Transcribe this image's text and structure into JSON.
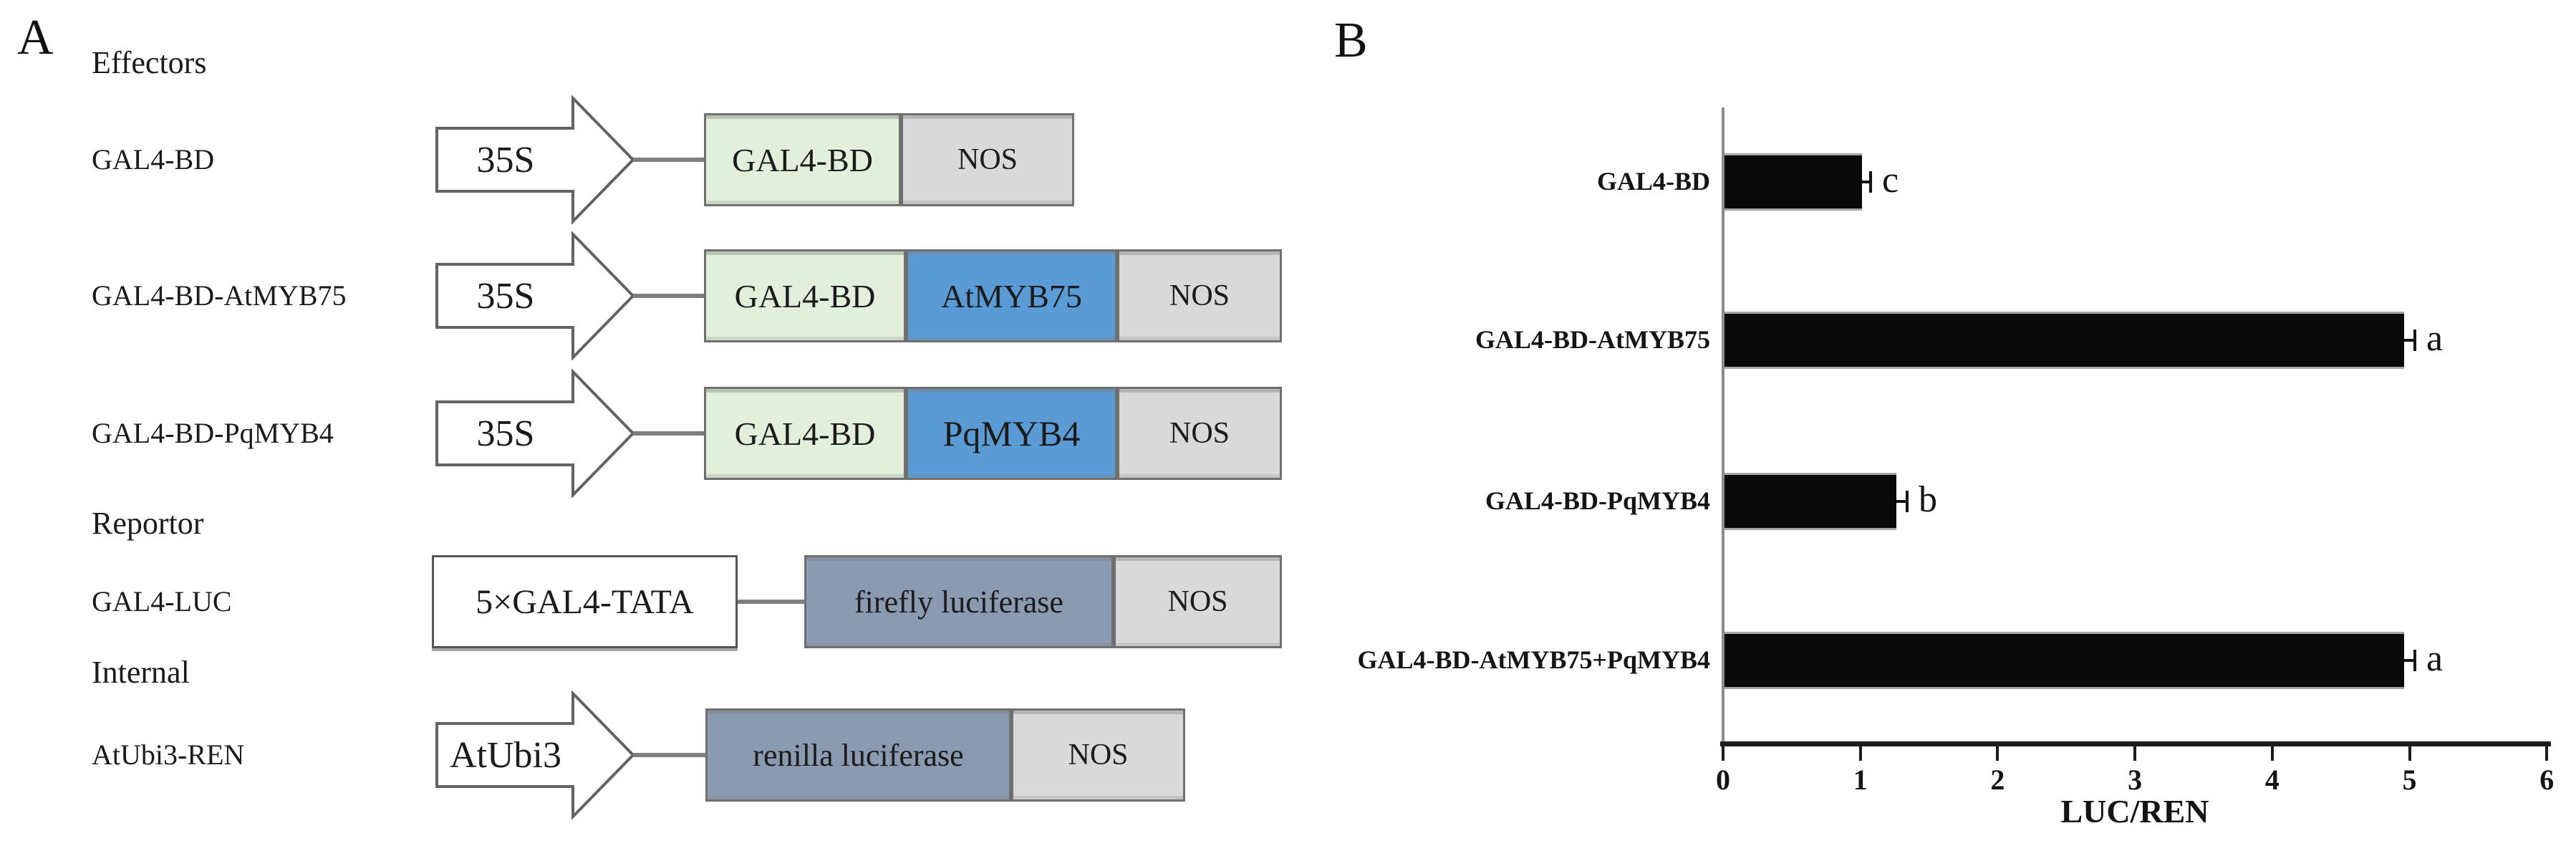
{
  "figure": {
    "panel_a_label": "A",
    "panel_b_label": "B"
  },
  "panelA": {
    "headings": {
      "effectors": "Effectors",
      "reporter": "Reportor",
      "internal": "Internal"
    },
    "rows": [
      {
        "label": "GAL4-BD",
        "promoter": "35S",
        "segments": [
          {
            "text": "GAL4-BD",
            "color_key": "green"
          },
          {
            "text": "NOS",
            "color_key": "gray"
          }
        ]
      },
      {
        "label": "GAL4-BD-AtMYB75",
        "promoter": "35S",
        "segments": [
          {
            "text": "GAL4-BD",
            "color_key": "green"
          },
          {
            "text": "AtMYB75",
            "color_key": "blue"
          },
          {
            "text": "NOS",
            "color_key": "gray"
          }
        ]
      },
      {
        "label": "GAL4-BD-PqMYB4",
        "promoter": "35S",
        "segments": [
          {
            "text": "GAL4-BD",
            "color_key": "green"
          },
          {
            "text": "PqMYB4",
            "color_key": "blue"
          },
          {
            "text": "NOS",
            "color_key": "gray"
          }
        ]
      },
      {
        "label": "GAL4-LUC",
        "promoter": "5×GAL4-TATA",
        "segments": [
          {
            "text": "firefly luciferase",
            "color_key": "slate"
          },
          {
            "text": "NOS",
            "color_key": "gray"
          }
        ]
      },
      {
        "label": "AtUbi3-REN",
        "promoter": "AtUbi3",
        "segments": [
          {
            "text": "renilla luciferase",
            "color_key": "slate"
          },
          {
            "text": "NOS",
            "color_key": "gray"
          }
        ]
      }
    ]
  },
  "panelB": {
    "xlabel": "LUC/REN",
    "tick_labels": [
      "0",
      "1",
      "2",
      "3",
      "4",
      "5",
      "6"
    ],
    "bars": [
      {
        "category": "GAL4-BD",
        "value": 1.0,
        "error": 0.05,
        "sig": "c"
      },
      {
        "category": "GAL4-BD-AtMYB75",
        "value": 4.95,
        "error": 0.07,
        "sig": "a"
      },
      {
        "category": "GAL4-BD-PqMYB4",
        "value": 1.25,
        "error": 0.07,
        "sig": "b"
      },
      {
        "category": "GAL4-BD-AtMYB75+PqMYB4",
        "value": 4.95,
        "error": 0.07,
        "sig": "a"
      }
    ]
  },
  "colors": {
    "green": "#e2efda",
    "blue": "#5b9bd5",
    "gray": "#d9d9d9",
    "slate": "#8a9ab1",
    "white": "#ffffff",
    "bar": "#0a0a0a",
    "axis_gray": "#8c8c8c",
    "axis_black": "#1c1c1c",
    "box_border": "#6f6f6f"
  },
  "chart_data": {
    "type": "bar",
    "orientation": "horizontal",
    "title": "",
    "categories": [
      "GAL4-BD",
      "GAL4-BD-AtMYB75",
      "GAL4-BD-PqMYB4",
      "GAL4-BD-AtMYB75+PqMYB4"
    ],
    "values": [
      1.0,
      4.95,
      1.25,
      4.95
    ],
    "errors": [
      0.05,
      0.07,
      0.07,
      0.07
    ],
    "significance_letters": [
      "c",
      "a",
      "b",
      "a"
    ],
    "xlabel": "LUC/REN",
    "ylabel": "",
    "xlim": [
      0,
      6
    ],
    "xticks": [
      0,
      1,
      2,
      3,
      4,
      5,
      6
    ],
    "grid": false,
    "legend": false,
    "bar_color": "#0a0a0a"
  }
}
